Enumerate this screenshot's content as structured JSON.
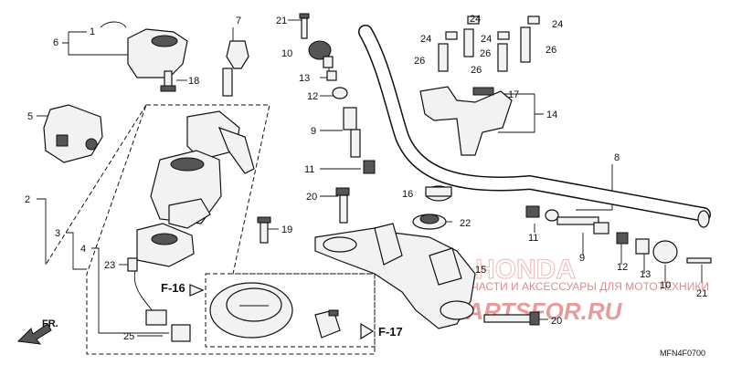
{
  "callouts": {
    "c1": "1",
    "c2": "2",
    "c3": "3",
    "c4": "4",
    "c5": "5",
    "c6": "6",
    "c7": "7",
    "c8": "8",
    "c9a": "9",
    "c9b": "9",
    "c10a": "10",
    "c10b": "10",
    "c11a": "11",
    "c11b": "11",
    "c12a": "12",
    "c12b": "12",
    "c13a": "13",
    "c13b": "13",
    "c14": "14",
    "c15": "15",
    "c16": "16",
    "c17": "17",
    "c18": "18",
    "c19": "19",
    "c20a": "20",
    "c20b": "20",
    "c21a": "21",
    "c21b": "21",
    "c22": "22",
    "c23": "23",
    "c24a": "24",
    "c24b": "24",
    "c24c": "24",
    "c24d": "24",
    "c25": "25",
    "c26a": "26",
    "c26b": "26",
    "c26c": "26",
    "c26d": "26"
  },
  "refs": {
    "f16": "F-16",
    "f17": "F-17",
    "fr": "FR."
  },
  "diagram_code": "MFN4F0700",
  "watermark": {
    "line1": "ЗАПЧАСТИ И АКСЕССУАРЫ ДЛЯ МОТОТЕХНИКИ",
    "line2": "PARTSFOR.RU",
    "brand": "HONDA"
  }
}
